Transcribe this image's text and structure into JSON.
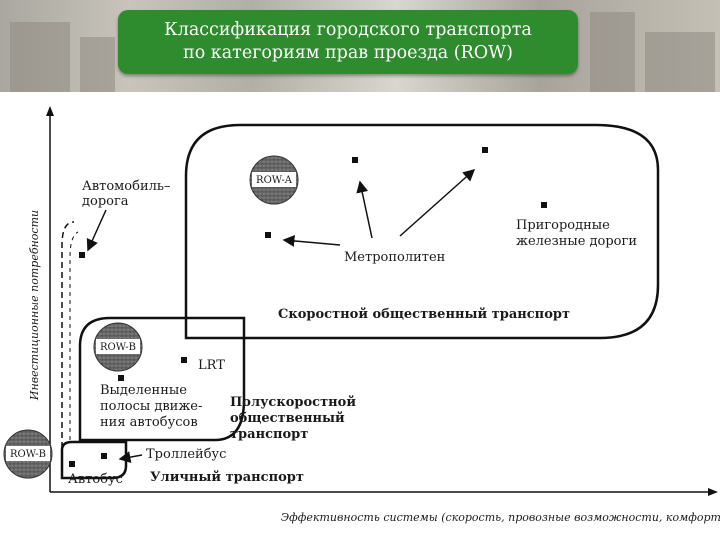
{
  "title": {
    "line1": "Классификация городского транспорта",
    "line2": "по категориям прав проезда (ROW)"
  },
  "axes": {
    "y": "Инвестиционные потребности",
    "x": "Эффективность системы (скорость, провозные возможности, комфорт)"
  },
  "badges": {
    "row_a": "ROW-A",
    "row_b_mid": "ROW-B",
    "row_b_low": "ROW-B"
  },
  "labels": {
    "auto_road_1": "Автомобиль–",
    "auto_road_2": "дорога",
    "suburban_1": "Пригородные",
    "suburban_2": "железные дороги",
    "metro": "Метрополитен",
    "rapid_transit": "Скоростной общественный транспорт",
    "lrt": "LRT",
    "bus_lanes_1": "Выделенные",
    "bus_lanes_2": "полосы движе-",
    "bus_lanes_3": "ния автобусов",
    "semi_rapid_1": "Полускоростной",
    "semi_rapid_2": "общественный",
    "semi_rapid_3": "транспорт",
    "trolleybus": "Троллейбус",
    "bus": "Автобус",
    "street_transit": "Уличный транспорт"
  },
  "colors": {
    "title_bg": "#2e8b2e",
    "title_text": "#ffffff",
    "lines": "#111111"
  }
}
